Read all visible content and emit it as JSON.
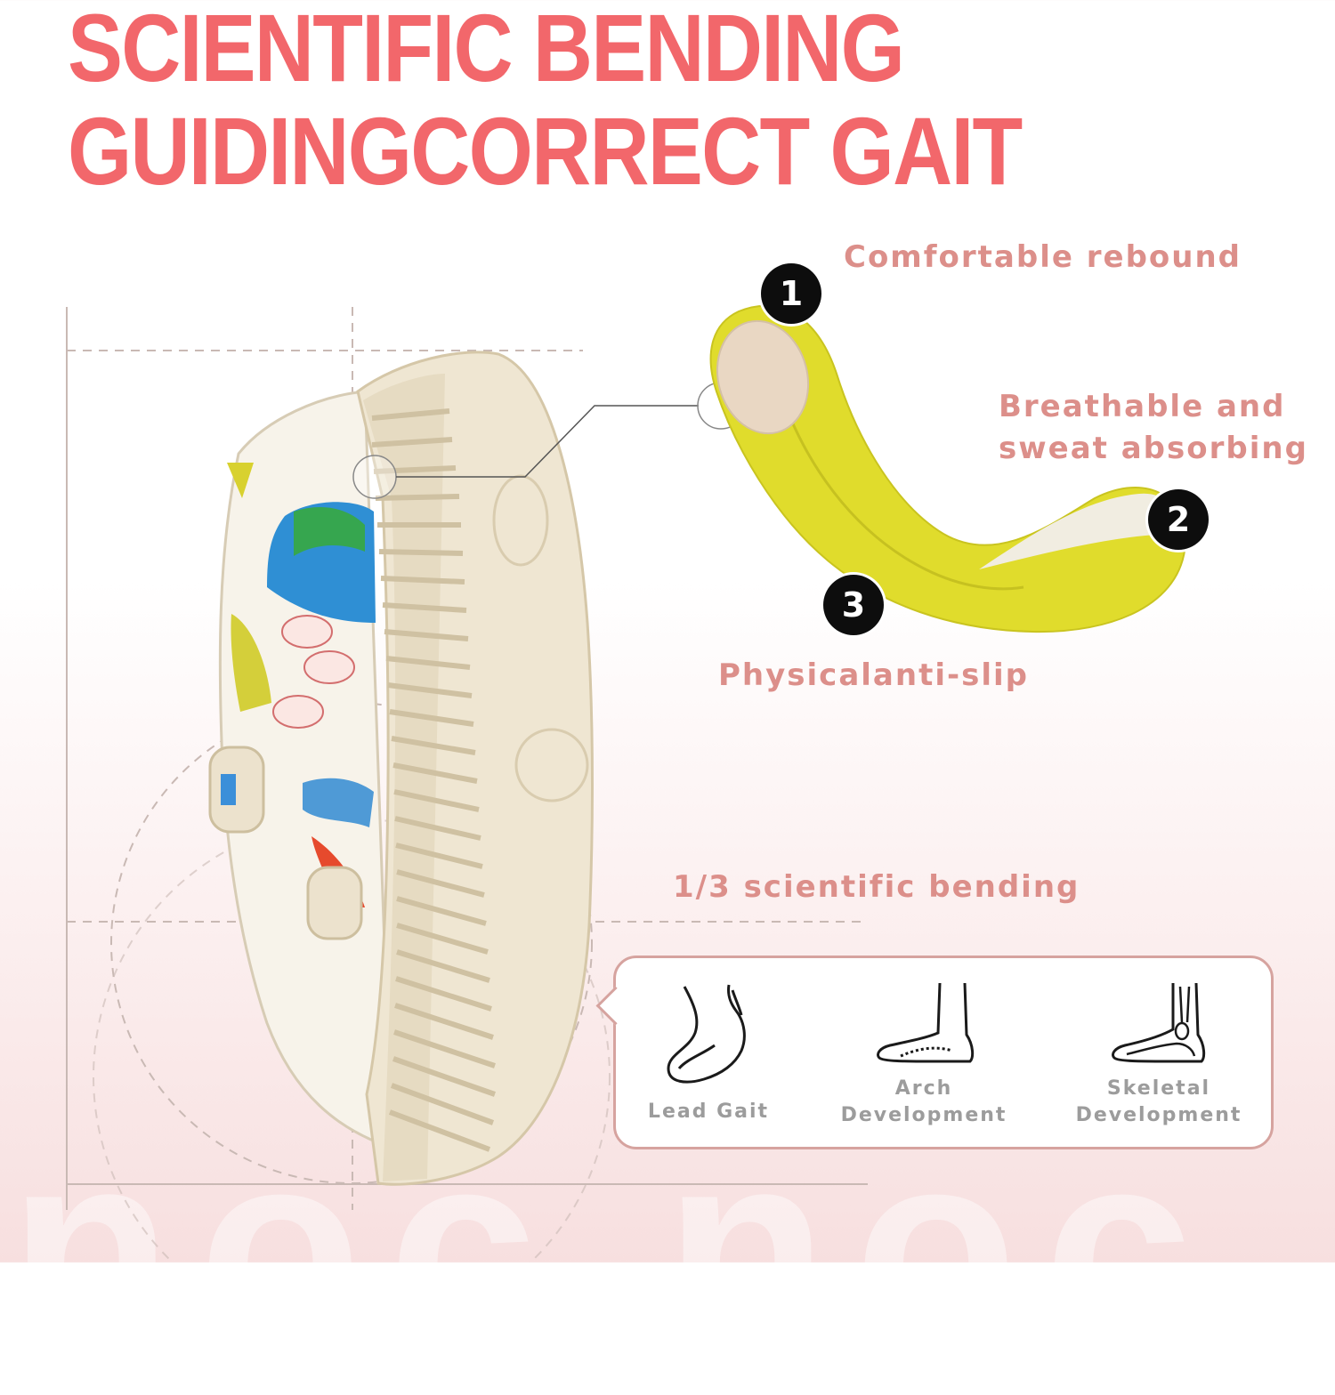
{
  "headline": {
    "line1": "SCIENTIFIC BENDING",
    "line2": "GUIDINGCORRECT GAIT"
  },
  "features": [
    {
      "number": "1",
      "label": "Comfortable rebound"
    },
    {
      "number": "2",
      "label": "Breathable and\nsweat absorbing"
    },
    {
      "number": "3",
      "label": "Physicalanti-slip"
    }
  ],
  "bending_caption": "1/3 scientific bending",
  "benefits": [
    {
      "label": "Lead Gait",
      "icon": "foot-arch-icon"
    },
    {
      "label": "Arch\nDevelopment",
      "icon": "foot-side-icon"
    },
    {
      "label": "Skeletal\nDevelopment",
      "icon": "foot-bones-icon"
    }
  ],
  "watermark": "noc noc",
  "colors": {
    "headline": "#f2676b",
    "label": "#dc8f8a",
    "insole_yellow": "#e0dc2c",
    "sole_cream": "#ece2cd",
    "box_border": "#d6a39f"
  }
}
